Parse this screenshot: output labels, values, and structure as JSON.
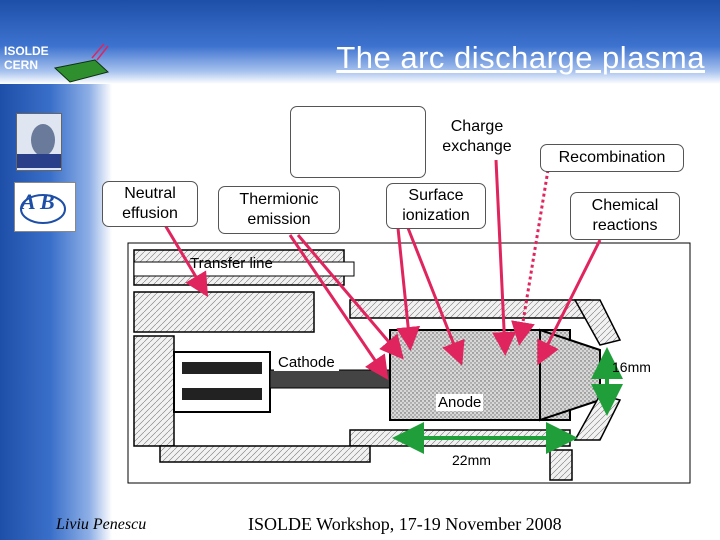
{
  "slide": {
    "title": "The arc discharge plasma",
    "logos": {
      "isolde_line1": "ISOLDE",
      "isolde_line2": "CERN",
      "ab": "A B"
    },
    "labels": {
      "charge_exchange": "Charge exchange",
      "recombination": "Recombination",
      "neutral_effusion": "Neutral effusion",
      "thermionic_emission": "Thermionic emission",
      "surface_ionization": "Surface ionization",
      "chemical_reactions": "Chemical reactions",
      "transfer_line": "Transfer line",
      "cathode": "Cathode",
      "anode": "Anode",
      "dim_16mm": "16mm",
      "dim_22mm": "22mm"
    },
    "footer": {
      "author": "Liviu Penescu",
      "event": "ISOLDE Workshop, 17-19 November 2008"
    },
    "colors": {
      "accent_blue": "#1e4fa8",
      "arrow_red": "#e0245e",
      "dimension_green": "#1f9e3a"
    }
  }
}
